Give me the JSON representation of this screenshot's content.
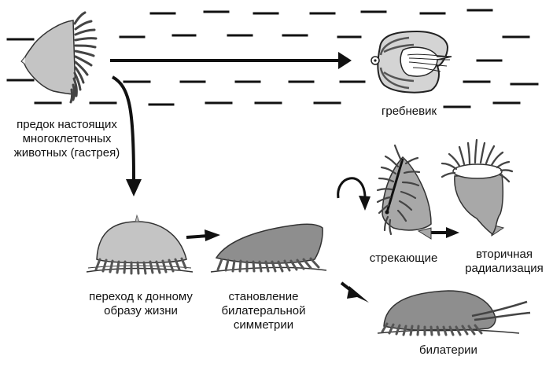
{
  "labels": {
    "ancestor": [
      "предок настоящих",
      "многоклеточных",
      "животных (гастрея)"
    ],
    "ctenophore": [
      "гребневик"
    ],
    "benthic": [
      "переход к донному",
      "образу жизни"
    ],
    "bilateral": [
      "становление",
      "билатеральной",
      "симметрии"
    ],
    "cnidarians": [
      "стрекающие"
    ],
    "radialization": [
      "вторичная",
      "радиализация"
    ],
    "bilaterians": [
      "билатерии"
    ]
  },
  "colors": {
    "ink": "#111111",
    "body_light": "#c4c4c4",
    "body_mid": "#a8a8a8",
    "body_dark": "#8e8e8e"
  }
}
